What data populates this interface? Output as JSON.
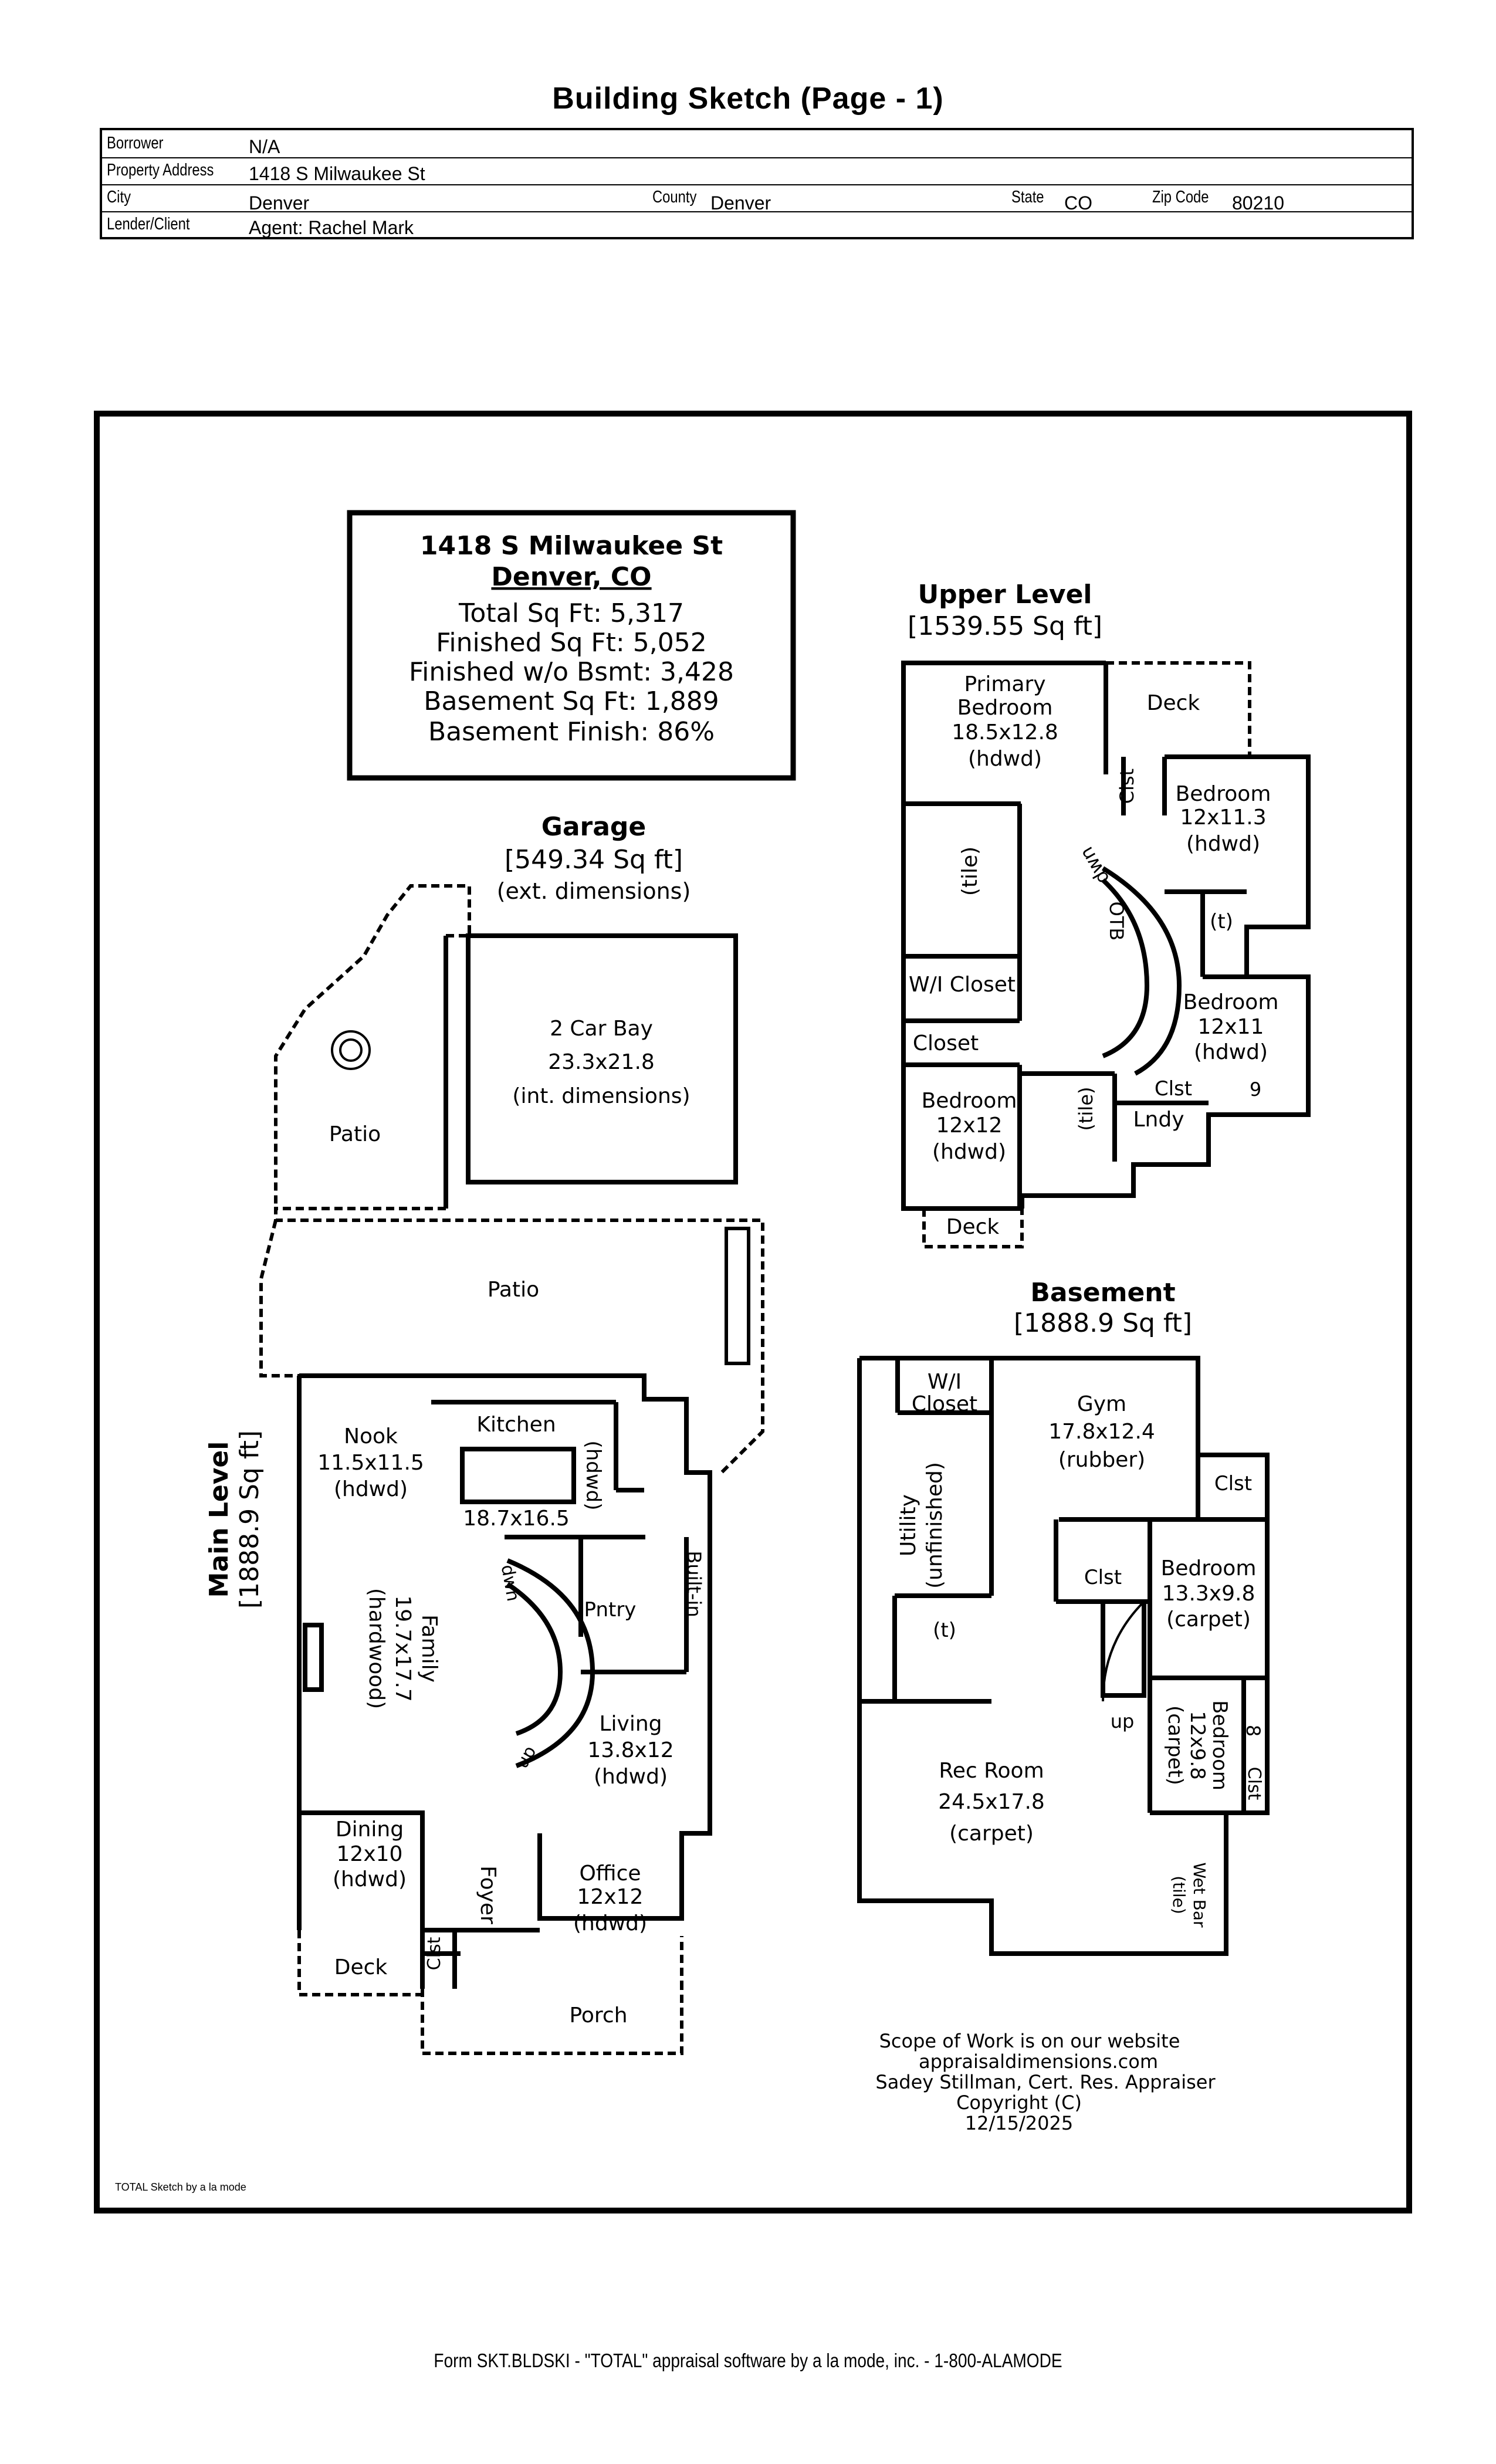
{
  "page": {
    "title": "Building Sketch (Page - 1)"
  },
  "header": {
    "borrower_label": "Borrower",
    "borrower": "N/A",
    "address_label": "Property Address",
    "address": "1418 S Milwaukee St",
    "city_label": "City",
    "city": "Denver",
    "county_label": "County",
    "county": "Denver",
    "state_label": "State",
    "state": "CO",
    "zip_label": "Zip Code",
    "zip": "80210",
    "lender_label": "Lender/Client",
    "lender": "Agent: Rachel Mark"
  },
  "summary": {
    "address": "1418 S Milwaukee St",
    "city": "Denver, CO",
    "total": "Total Sq Ft: 5,317",
    "finished": "Finished Sq Ft: 5,052",
    "finished_wo": "Finished w/o Bsmt: 3,428",
    "basement": "Basement Sq Ft: 1,889",
    "basement_finish": "Basement Finish: 86%"
  },
  "levels": {
    "upper": {
      "name": "Upper Level",
      "area": "[1539.55 Sq ft]"
    },
    "garage": {
      "name": "Garage",
      "area": "[549.34 Sq ft]",
      "note": "(ext. dimensions)"
    },
    "basement": {
      "name": "Basement",
      "area": "[1888.9 Sq ft]"
    },
    "main": {
      "name": "Main Level",
      "area": "[1888.9 Sq ft]"
    }
  },
  "rooms": {
    "primary_bedroom": [
      "Primary",
      "Bedroom",
      "18.5x12.8",
      "(hdwd)"
    ],
    "deck_upper": "Deck",
    "bedroom_u1": [
      "Bedroom",
      "12x11.3",
      "(hdwd)"
    ],
    "bath_tile_u1": "(tile)",
    "dwn_u": "dwn",
    "otb": "OTB",
    "t_u": "(t)",
    "clst_u1": "Clst",
    "wi_closet_u": "W/I Closet",
    "closet_u": "Closet",
    "bedroom_u2": [
      "Bedroom",
      "12x11",
      "(hdwd)"
    ],
    "clst_u2": "Clst",
    "nine": "9",
    "bedroom_u3": [
      "Bedroom",
      "12x12",
      "(hdwd)"
    ],
    "tile_u2": "(tile)",
    "lndy": "Lndy",
    "deck_u2": "Deck",
    "car_bay": [
      "2 Car Bay",
      "23.3x21.8",
      "(int. dimensions)"
    ],
    "patio1": "Patio",
    "patio2": "Patio",
    "nook": [
      "Nook",
      "11.5x11.5",
      "(hdwd)"
    ],
    "kitchen": [
      "Kitchen",
      "18.7x16.5"
    ],
    "kitchen_hdwd": "(hdwd)",
    "builtin": "Built-in",
    "pntry": "Pntry",
    "dwn_m": "dwn",
    "up_m": "up",
    "family": [
      "Family",
      "19.7x17.7",
      "(hardwood)"
    ],
    "living": [
      "Living",
      "13.8x12",
      "(hdwd)"
    ],
    "dining": [
      "Dining",
      "12x10",
      "(hdwd)"
    ],
    "foyer": "Foyer",
    "office": [
      "Office",
      "12x12",
      "(hdwd)"
    ],
    "deck_main": "Deck",
    "clst_main": "Clst",
    "porch": "Porch",
    "wi_closet_b": [
      "W/I",
      "Closet"
    ],
    "gym": [
      "Gym",
      "17.8x12.4",
      "(rubber)"
    ],
    "clst_b1": "Clst",
    "utility": [
      "Utility",
      "(unfinished)"
    ],
    "clst_b2": "Clst",
    "bedroom_b1": [
      "Bedroom",
      "13.3x9.8",
      "(carpet)"
    ],
    "t_b": "(t)",
    "up_b": "up",
    "bedroom_b2": [
      "Bedroom",
      "12x9.8",
      "(carpet)"
    ],
    "eight": "8",
    "clst_b3": "Clst",
    "rec_room": [
      "Rec Room",
      "24.5x17.8",
      "(carpet)"
    ],
    "wet_bar": [
      "Wet Bar",
      "(tile)"
    ]
  },
  "scope": [
    "Scope of Work is on our website",
    "appraisaldimensions.com",
    "Sadey Stillman, Cert. Res. Appraiser",
    "Copyright (C)",
    "12/15/2025"
  ],
  "credit": "TOTAL Sketch by a la mode",
  "footer": "Form SKT.BLDSKI - \"TOTAL\" appraisal software by a la mode, inc. - 1-800-ALAMODE"
}
